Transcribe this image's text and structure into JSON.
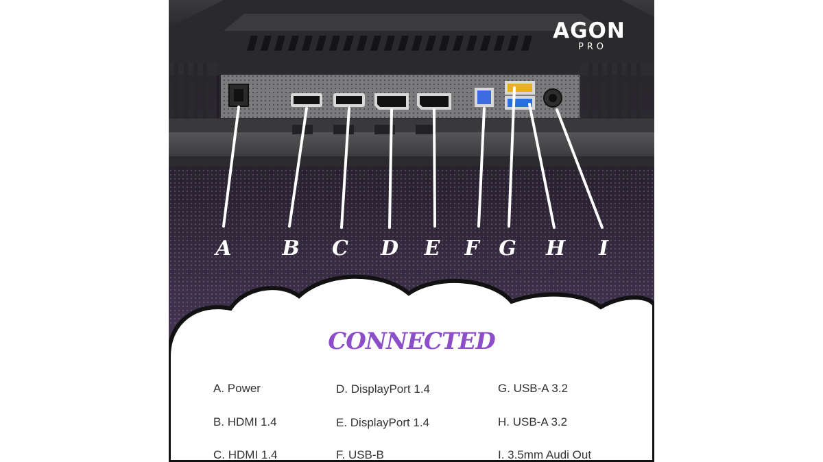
{
  "brand": {
    "name": "AGON",
    "sub": "PRO"
  },
  "port_letters": [
    "A",
    "B",
    "C",
    "D",
    "E",
    "F",
    "G",
    "H",
    "I"
  ],
  "headline": "CONNECTED",
  "legend": {
    "col1": [
      "A. Power",
      "B. HDMI 1.4",
      "C. HDMI 1.4"
    ],
    "col2": [
      "D. DisplayPort 1.4",
      "E. DisplayPort 1.4",
      "F. USB-B"
    ],
    "col3": [
      "G. USB-A 3.2",
      "H. USB-A 3.2",
      "I. 3.5mm Audi Out"
    ]
  },
  "colors": {
    "headline": "#8c4fc9",
    "usb_a_yellow": "#e8b020",
    "usb_a_blue": "#2a6fe0",
    "usb_b_blue": "#3d6be0",
    "background_gradient_bottom": "#5b4470"
  }
}
